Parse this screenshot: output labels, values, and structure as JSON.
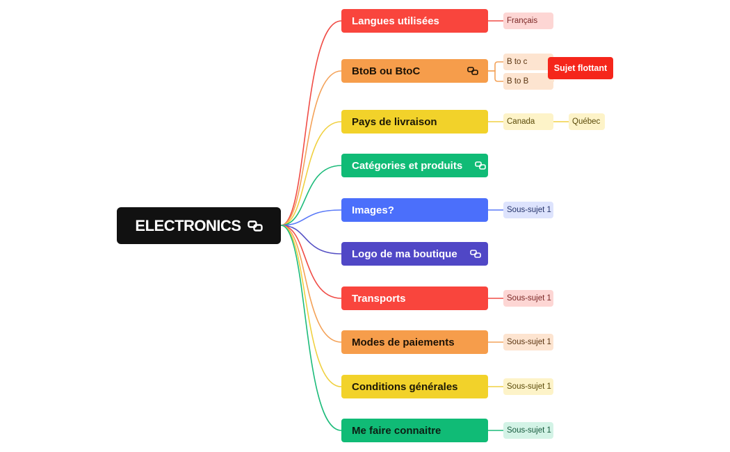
{
  "root": {
    "label": "ELECTRONICS",
    "icon": "link-icon",
    "color": "#111111"
  },
  "topics": [
    {
      "label": "Langues utilisées",
      "color": "#f9453d",
      "text_color": "#ffffff",
      "line_color": "#f04b45",
      "has_link_icon": false,
      "subtopics": [
        {
          "label": "Français",
          "bg": "#fdd6d4",
          "text_color": "#7a2624"
        }
      ]
    },
    {
      "label": "BtoB ou BtoC",
      "color": "#f69d4b",
      "text_color": "#1c1206",
      "line_color": "#f4a258",
      "has_link_icon": true,
      "subtopics": [
        {
          "label": "B to c",
          "bg": "#fde4d0",
          "text_color": "#5a3410"
        },
        {
          "label": "B to B",
          "bg": "#fde4d0",
          "text_color": "#5a3410"
        }
      ]
    },
    {
      "label": "Pays de livraison",
      "color": "#f2d22a",
      "text_color": "#1c1806",
      "line_color": "#f0d040",
      "has_link_icon": false,
      "subtopics": [
        {
          "label": "Canada",
          "bg": "#fdf3c8",
          "text_color": "#5a4a08",
          "children": [
            {
              "label": "Québec",
              "bg": "#fdf3c8",
              "text_color": "#5a4a08"
            }
          ]
        }
      ]
    },
    {
      "label": "Catégories et produits",
      "color": "#10bb76",
      "text_color": "#ffffff",
      "line_color": "#1cbb7a",
      "has_link_icon": true,
      "compact": true,
      "subtopics": []
    },
    {
      "label": "Images?",
      "color": "#4b6ffb",
      "text_color": "#ffffff",
      "line_color": "#5878f8",
      "has_link_icon": false,
      "subtopics": [
        {
          "label": "Sous-sujet 1",
          "bg": "#dde3fd",
          "text_color": "#24336a"
        }
      ]
    },
    {
      "label": "Logo de ma boutique",
      "color": "#5047c6",
      "text_color": "#ffffff",
      "line_color": "#5550c4",
      "has_link_icon": true,
      "compact": true,
      "subtopics": []
    },
    {
      "label": "Transports",
      "color": "#f9453d",
      "text_color": "#ffffff",
      "line_color": "#f04b45",
      "has_link_icon": false,
      "subtopics": [
        {
          "label": "Sous-sujet 1",
          "bg": "#fdd6d4",
          "text_color": "#7a2624"
        }
      ]
    },
    {
      "label": "Modes de paiements",
      "color": "#f69d4b",
      "text_color": "#1c1206",
      "line_color": "#f4a258",
      "has_link_icon": false,
      "subtopics": [
        {
          "label": "Sous-sujet 1",
          "bg": "#fde4d0",
          "text_color": "#5a3410"
        }
      ]
    },
    {
      "label": "Conditions générales",
      "color": "#f2d22a",
      "text_color": "#1c1806",
      "line_color": "#f0d040",
      "has_link_icon": false,
      "subtopics": [
        {
          "label": "Sous-sujet 1",
          "bg": "#fdf3c8",
          "text_color": "#5a4a08"
        }
      ]
    },
    {
      "label": "Me faire connaitre",
      "color": "#10bb76",
      "text_color": "#0c1f14",
      "line_color": "#1cbb7a",
      "has_link_icon": false,
      "subtopics": [
        {
          "label": "Sous-sujet 1",
          "bg": "#d3f3e6",
          "text_color": "#14583b"
        }
      ]
    }
  ],
  "floating_topic": {
    "label": "Sujet flottant",
    "color": "#f5261b",
    "text_color": "#ffffff"
  }
}
